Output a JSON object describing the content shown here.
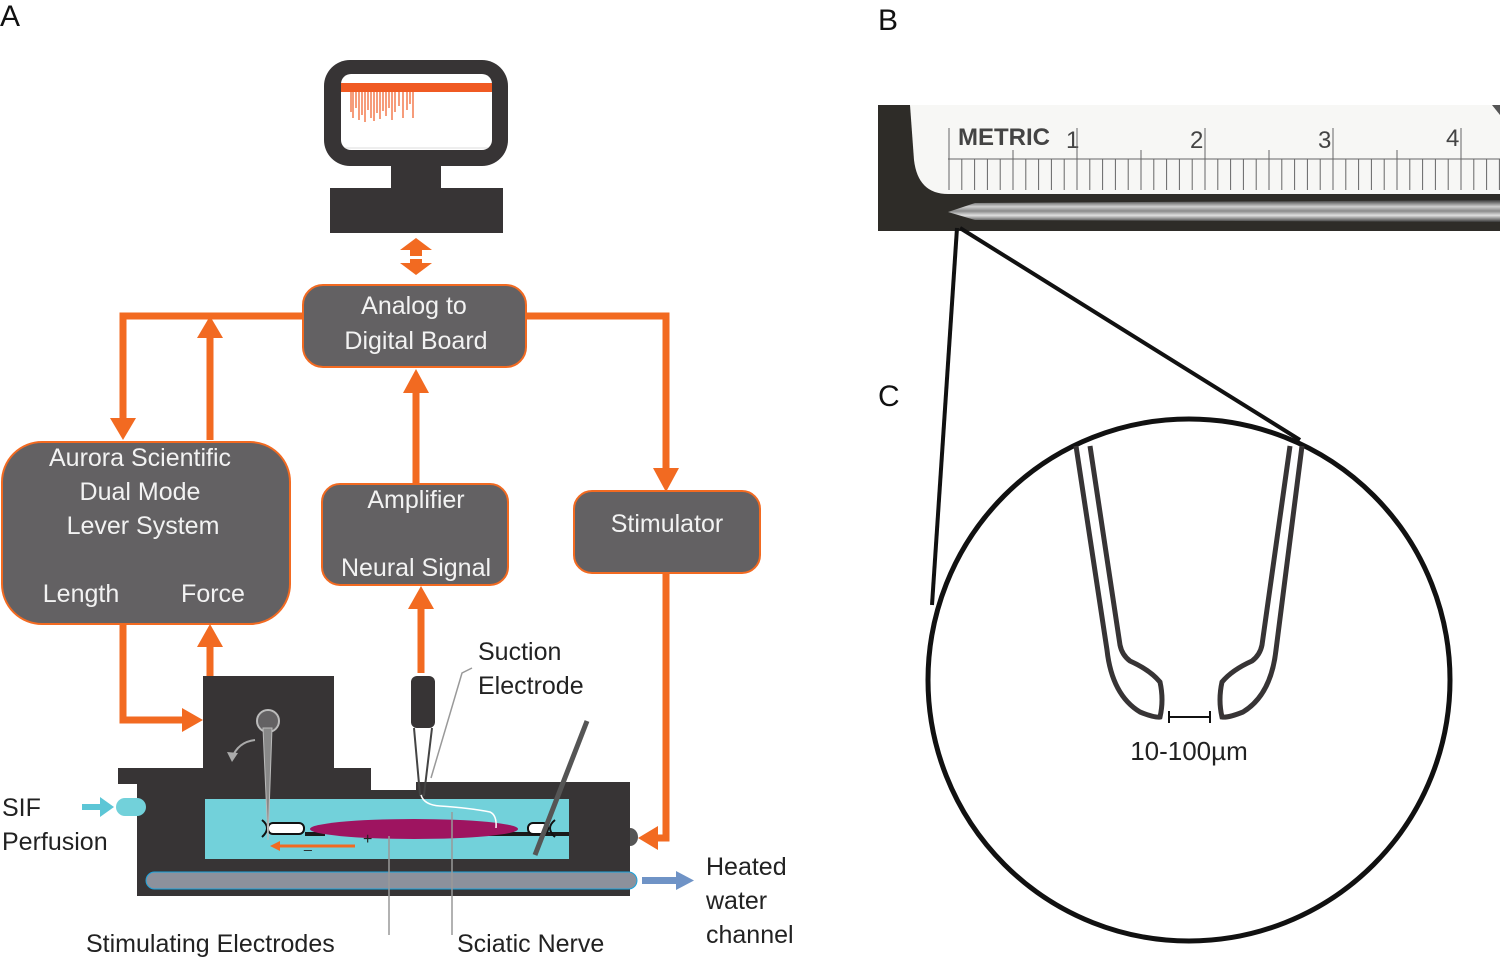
{
  "panels": {
    "a": "A",
    "b": "B",
    "c": "C"
  },
  "colors": {
    "orange": "#f26a21",
    "box_fill": "#636163",
    "dark": "#373435",
    "fluid": "#72d1da",
    "nerve": "#9e1460",
    "pipe": "#8c919c",
    "pipe_arrow": "#6f93c6",
    "sif_arrow": "#5cc6d6"
  },
  "diagram": {
    "adc_board": [
      "Analog to",
      "Digital Board"
    ],
    "lever_system": {
      "lines": [
        "Aurora Scientific",
        "Dual Mode",
        "Lever System"
      ],
      "length_label": "Length",
      "force_label": "Force"
    },
    "amplifier": {
      "title": "Amplifier",
      "subtitle": "Neural Signal"
    },
    "stimulator": "Stimulator",
    "suction_electrode": [
      "Suction",
      "Electrode"
    ],
    "sif_perfusion": [
      "SIF",
      "Perfusion"
    ],
    "heated_water": [
      "Heated",
      "water",
      "channel"
    ],
    "stimulating_electrodes": "Stimulating Electrodes",
    "sciatic_nerve": "Sciatic Nerve",
    "electrode_minus": "_",
    "electrode_plus": "+"
  },
  "ruler": {
    "label": "METRIC",
    "numbers": [
      "1",
      "2",
      "3",
      "4"
    ]
  },
  "magnified_tip": {
    "scale_label": "10-100µm"
  }
}
